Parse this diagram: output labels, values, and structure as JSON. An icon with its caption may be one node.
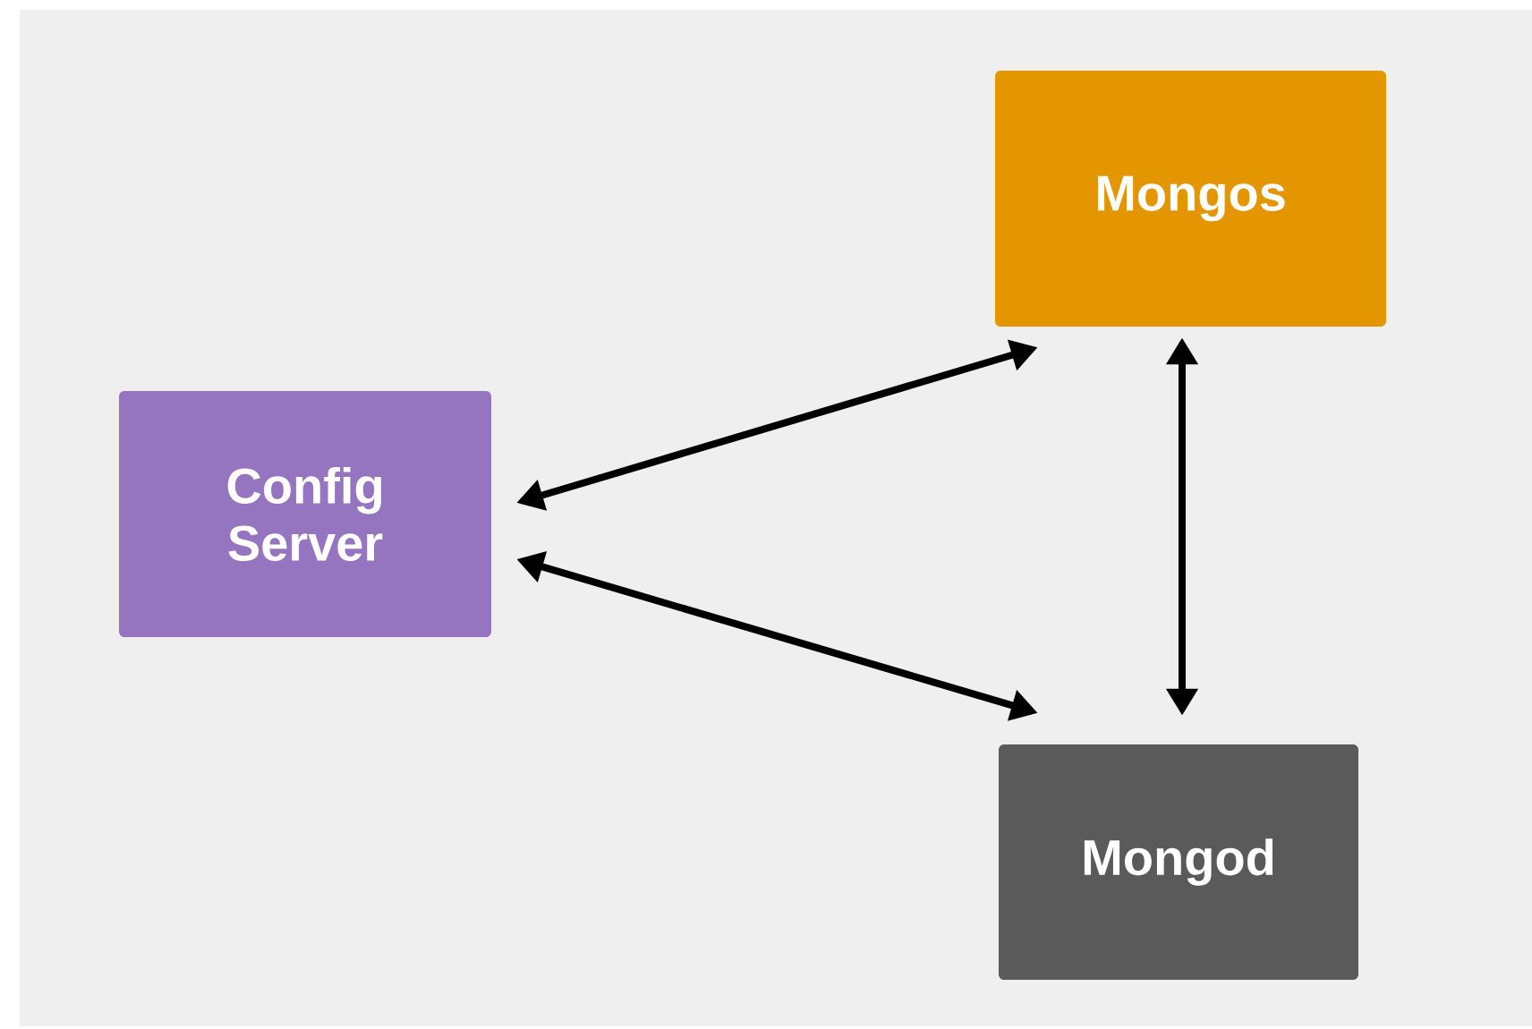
{
  "diagram": {
    "nodes": [
      {
        "text": [
          "Mongos"
        ]
      },
      {
        "text": [
          "Config Server"
        ]
      },
      {
        "text": [
          "Mongod"
        ]
      }
    ],
    "edges": [
      {
        "from": 1,
        "to": 0,
        "arrow": "both"
      },
      {
        "from": 1,
        "to": 2,
        "arrow": "both"
      },
      {
        "from": 0,
        "to": 2,
        "arrow": "both"
      }
    ]
  }
}
